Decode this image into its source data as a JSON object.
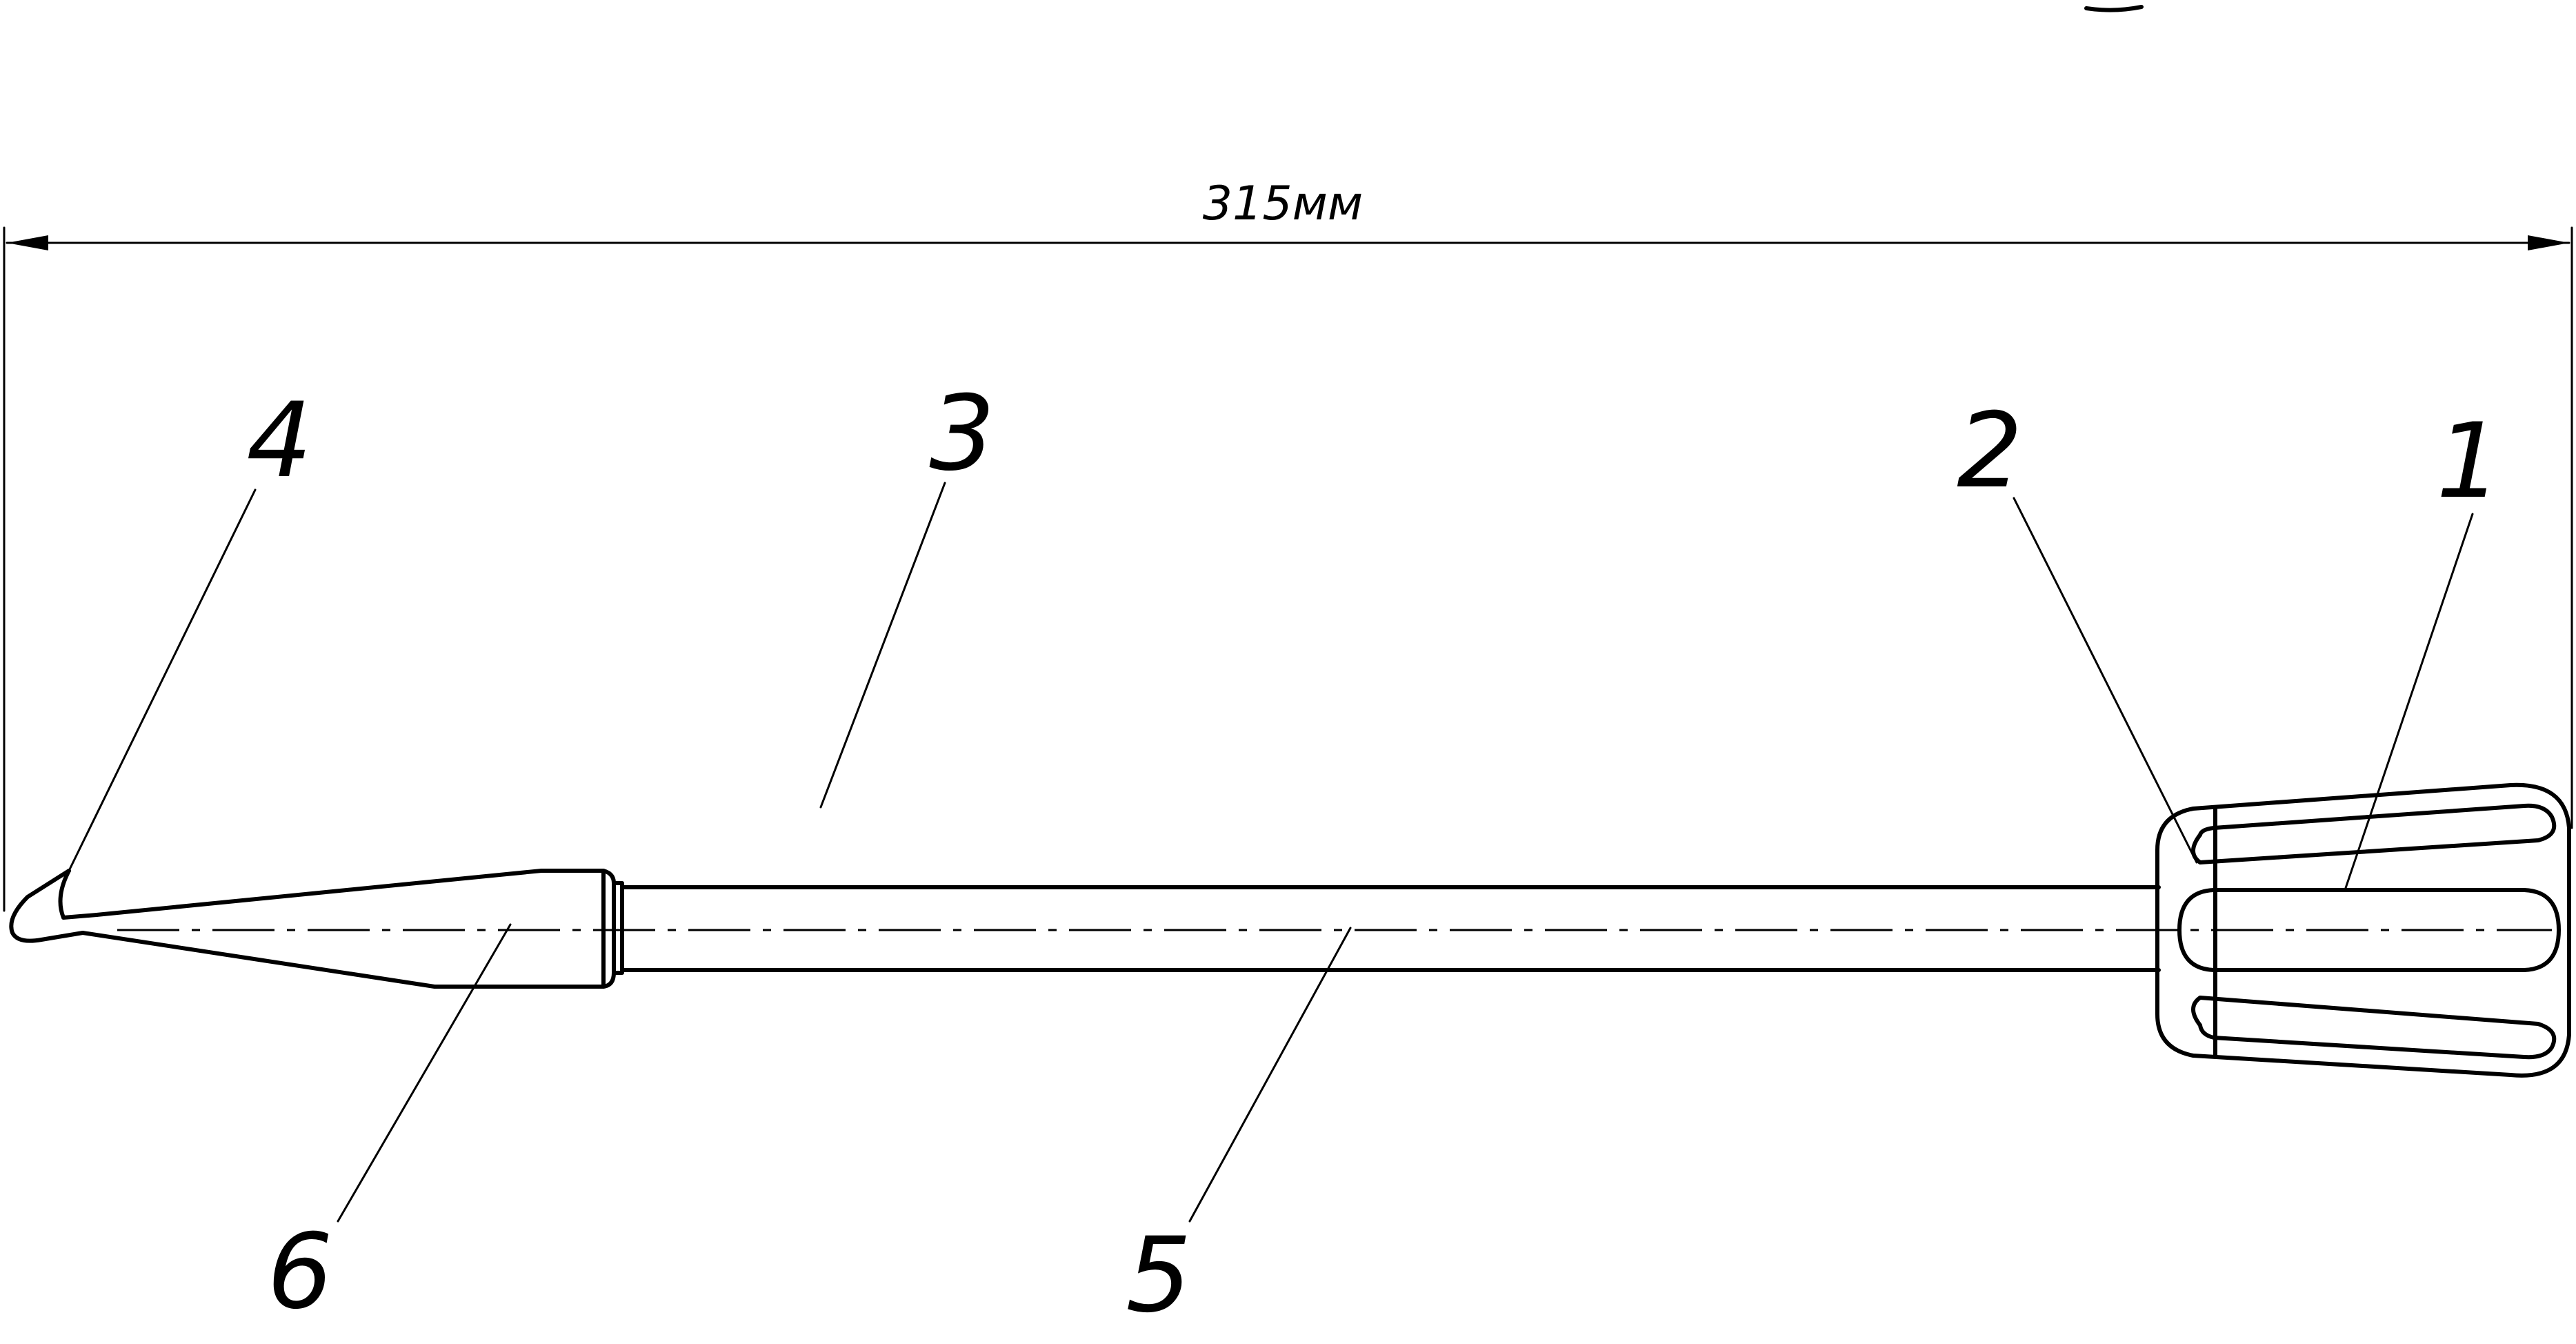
{
  "dimension": {
    "label": "315мм"
  },
  "callouts": [
    {
      "id": "1",
      "label": "1"
    },
    {
      "id": "2",
      "label": "2"
    },
    {
      "id": "3",
      "label": "3"
    },
    {
      "id": "4",
      "label": "4"
    },
    {
      "id": "5",
      "label": "5"
    },
    {
      "id": "6",
      "label": "6"
    }
  ]
}
